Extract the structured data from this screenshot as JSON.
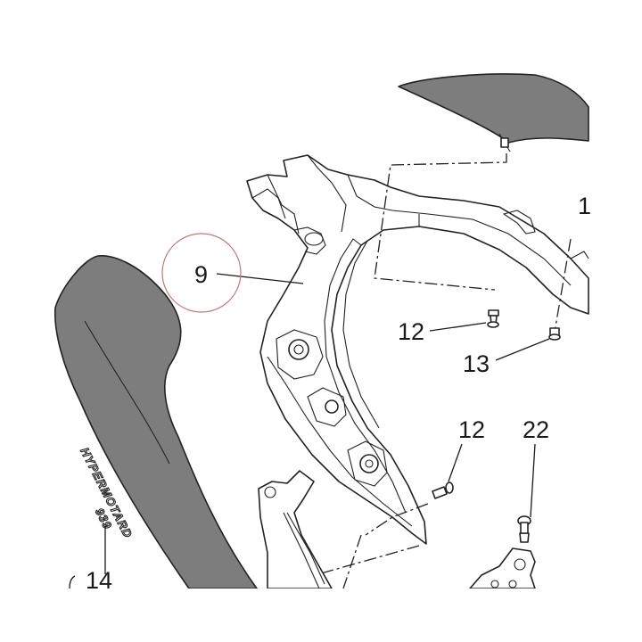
{
  "diagram": {
    "labels": {
      "part_9": "9",
      "part_12_upper": "12",
      "part_12_lower": "12",
      "part_13": "13",
      "part_14": "14",
      "part_22": "22",
      "part_1_partial": "1"
    },
    "logo": {
      "brand": "HYPERMOTARD",
      "model": "939"
    },
    "colors": {
      "highlight_circle": "#c0767c",
      "panel_fill": "#7d7d7d",
      "line": "#222222"
    }
  }
}
